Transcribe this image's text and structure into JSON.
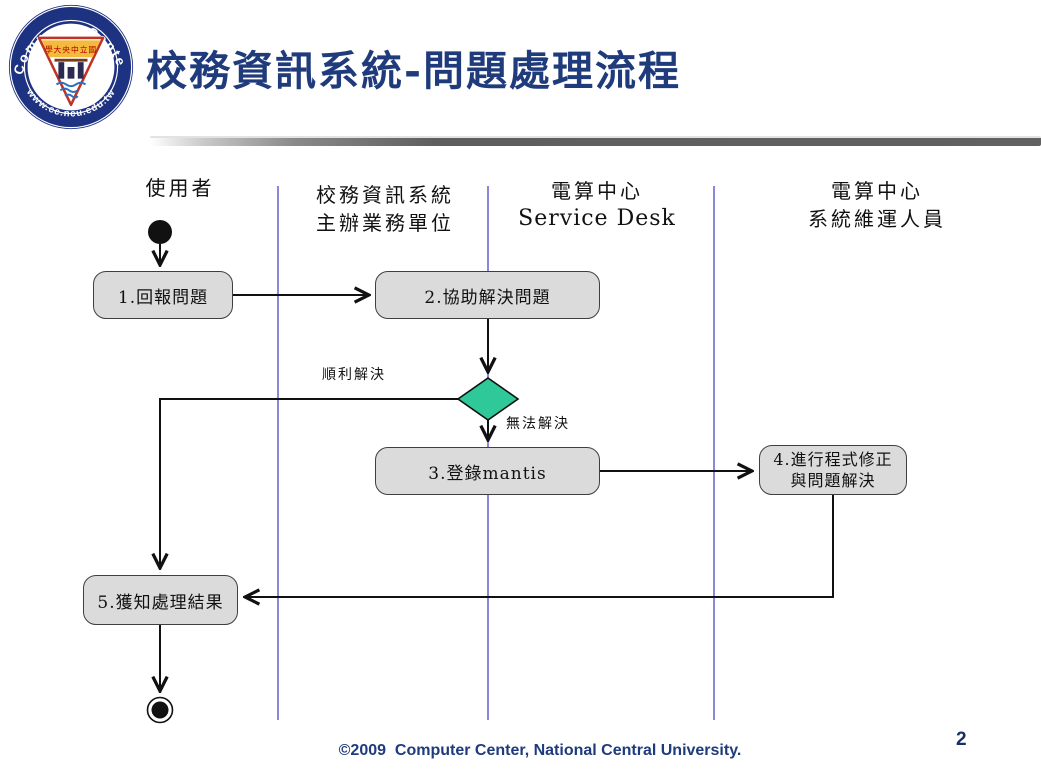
{
  "slide": {
    "title": "校務資訊系統-問題處理流程",
    "footer": "©2009  Computer Center, National Central University.",
    "page_number": "2"
  },
  "logo": {
    "arc_top": "Computer Center",
    "arc_bottom": "www.cc.ncu.edu.tw",
    "emblem_text": "學大央中立國"
  },
  "lanes": [
    {
      "label_lines": [
        "使用者"
      ]
    },
    {
      "label_lines": [
        "校務資訊系統",
        "主辦業務單位"
      ]
    },
    {
      "label_lines": [
        "電算中心",
        "Service Desk"
      ]
    },
    {
      "label_lines": [
        "電算中心",
        "系統維運人員"
      ]
    }
  ],
  "nodes": {
    "step1": "1.回報問題",
    "step2": "2.協助解決問題",
    "step3": "3.登錄mantis",
    "step4_line1": "4.進行程式修正",
    "step4_line2": "與問題解決",
    "step5": "5.獲知處理結果"
  },
  "edge_labels": {
    "resolved": "順利解決",
    "unresolved": "無法解決"
  },
  "colors": {
    "navy": "#1F3B7C",
    "lane_line": "#6B6BCF",
    "box_fill": "#DBDBDB",
    "box_border": "#3F3F3F",
    "diamond_fill": "#2FC898",
    "ink": "#111111",
    "logo_blue": "#1E3282",
    "logo_red": "#C03324",
    "logo_yellow": "#F5B93C",
    "logo_wave": "#2C6FBF"
  }
}
